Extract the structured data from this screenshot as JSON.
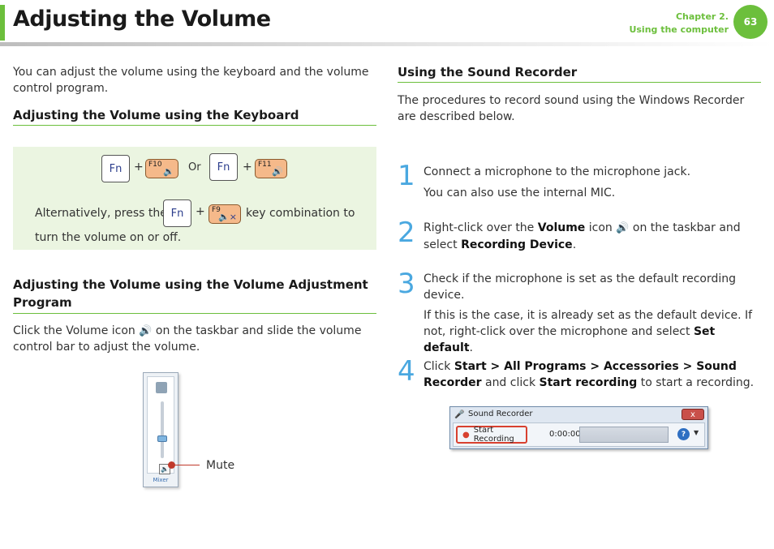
{
  "header": {
    "title": "Adjusting the Volume",
    "chapter_line1": "Chapter 2.",
    "chapter_line2": "Using the computer",
    "page_number": "63"
  },
  "left": {
    "intro": "You can adjust the volume using the keyboard and the volume control program.",
    "kb_heading": "Adjusting the Volume using the Keyboard",
    "kb": {
      "fn": "Fn",
      "plus": "+",
      "f10": "F10",
      "f11": "F11",
      "f9": "F9",
      "or": "Or",
      "alt_before": "Alternatively, press the",
      "alt_after": "key combination to",
      "alt_line2": "turn the volume on or off."
    },
    "program_heading_line1": "Adjusting the Volume using the Volume Adjustment",
    "program_heading_line2": "Program",
    "program_text_before": "Click the Volume icon",
    "program_text_after": "on the taskbar and slide the volume",
    "program_text_line2": "control bar to adjust the volume.",
    "mixer_label": "Mixer",
    "mute_label": "Mute"
  },
  "right": {
    "heading": "Using the Sound Recorder",
    "intro": "The procedures to record sound using the Windows Recorder are described below.",
    "steps": [
      {
        "num": "1",
        "text": "Connect a microphone to the microphone jack.",
        "sub": "You can also use the internal MIC."
      },
      {
        "num": "2",
        "before": "Right-click over the",
        "bold1": "Volume",
        "mid": "icon",
        "after": "on the taskbar and select",
        "bold2": "Recording Device",
        "end": "."
      },
      {
        "num": "3",
        "text": "Check if the microphone is set as the default recording device.",
        "sub_before": "If this is the case, it is already set as the default device. If not, right-click over the microphone and select",
        "sub_bold": "Set default",
        "sub_end": "."
      },
      {
        "num": "4",
        "before": "Click",
        "bold1": "Start > All Programs > Accessories > Sound Recorder",
        "mid": "and click",
        "bold2": "Start recording",
        "after": "to start a recording."
      }
    ],
    "recorder": {
      "title": "Sound Recorder",
      "button": "Start Recording",
      "time": "0:00:00",
      "close": "x",
      "help": "?"
    }
  }
}
